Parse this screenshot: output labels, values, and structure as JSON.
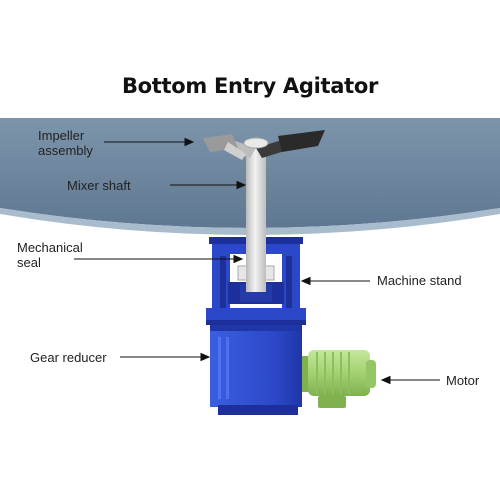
{
  "title": "Bottom Entry Agitator",
  "labels": {
    "impeller_line1": "Impeller",
    "impeller_line2": "assembly",
    "mixer_shaft": "Mixer shaft",
    "mechanical_seal_line1": "Mechanical",
    "mechanical_seal_line2": "seal",
    "machine_stand": "Machine stand",
    "gear_reducer": "Gear reducer",
    "motor": "Motor"
  },
  "colors": {
    "tank": "#6f8aa3",
    "tank_rim": "#6b86a0",
    "blue": "#2f4fd0",
    "dark_blue": "#1c2f9a",
    "shaft": "#d8d8d8",
    "motor_green": "#a9d67a",
    "blade_dark": "#2a2a2a",
    "blade_grey": "#9a9a9a"
  }
}
